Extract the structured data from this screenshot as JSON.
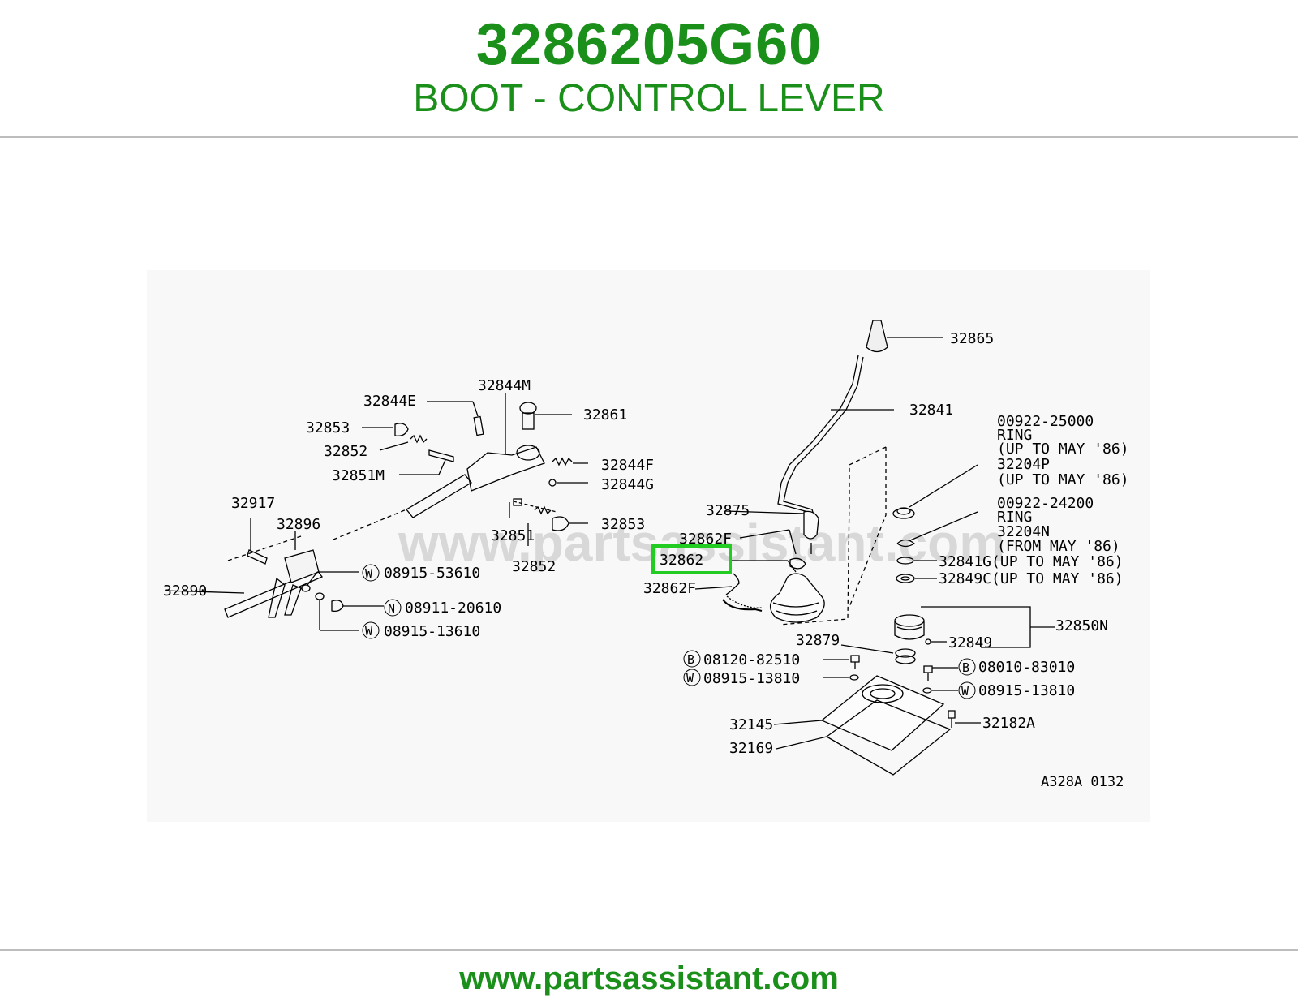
{
  "header": {
    "part_number": "3286205G60",
    "part_name": "BOOT - CONTROL LEVER"
  },
  "diagram": {
    "watermark": "www.partsassistant.com",
    "code": "A328A 0132",
    "highlighted_part": "32862",
    "highlight_color": "#22cc22",
    "labels": {
      "p32865": "32865",
      "p32841": "32841",
      "n00922_25000": "00922-25000",
      "ring1": "RING",
      "up_to_may86_1": "(UP TO MAY '86)",
      "p32204P": "32204P",
      "up_to_may86_2": "(UP TO MAY '86)",
      "n00922_24200": "00922-24200",
      "ring2": "RING",
      "p32204N": "32204N",
      "from_may86": "(FROM MAY '86)",
      "p32841G": "32841G(UP TO MAY '86)",
      "p32849C": "32849C(UP TO MAY '86)",
      "p32875": "32875",
      "p32862F_top": "32862F",
      "p32862": "32862",
      "p32862F_bottom": "32862F",
      "p32850N": "32850N",
      "p32849": "32849",
      "p32879": "32879",
      "b08120_82510": "08120-82510",
      "w08915_13810_left": "08915-13810",
      "b08010_83010": "08010-83010",
      "w08915_13810_right": "08915-13810",
      "p32145": "32145",
      "p32182A": "32182A",
      "p32169": "32169",
      "p32844M": "32844M",
      "p32844E": "32844E",
      "p32861": "32861",
      "p32853_top": "32853",
      "p32852_top": "32852",
      "p32844F": "32844F",
      "p32851M": "32851M",
      "p32844G": "32844G",
      "p32917": "32917",
      "p32896": "32896",
      "p32853_bottom": "32853",
      "p32851": "32851",
      "p32852_bottom": "32852",
      "w08915_53610": "08915-53610",
      "p32890": "32890",
      "n08911_20610": "08911-20610",
      "w08915_13610": "08915-13610"
    },
    "prefix_symbols": {
      "w": "W",
      "n": "N",
      "b": "B"
    }
  },
  "footer": {
    "url": "www.partsassistant.com"
  },
  "colors": {
    "brand_green": "#1a8f1a",
    "highlight": "#22cc22"
  }
}
